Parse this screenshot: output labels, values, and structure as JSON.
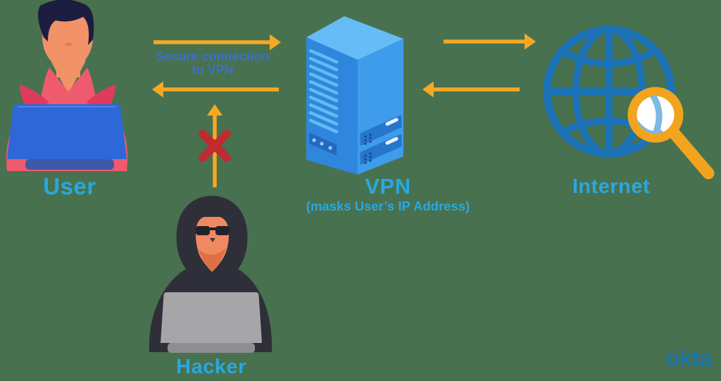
{
  "diagram": {
    "nodes": {
      "user": {
        "label": "User"
      },
      "vpn": {
        "label": "VPN",
        "sublabel": "(masks User’s IP Address)"
      },
      "internet": {
        "label": "Internet"
      },
      "hacker": {
        "label": "Hacker"
      }
    },
    "edges": {
      "user_to_vpn": {
        "label_line1": "Secure connection",
        "label_line2": "to VPN",
        "direction": "bidirectional"
      },
      "vpn_to_internet": {
        "direction": "bidirectional"
      },
      "hacker_to_vpn": {
        "blocked": true
      }
    },
    "branding": {
      "logo_text": "okta"
    },
    "icons": [
      "user-illustration",
      "vpn-server-icon",
      "internet-globe-icon",
      "magnifier-icon",
      "hacker-illustration",
      "arrow-user-to-vpn",
      "arrow-vpn-to-user",
      "arrow-vpn-to-internet",
      "arrow-internet-to-vpn",
      "arrow-hacker-to-vpn",
      "blocked-x-icon"
    ],
    "colors": {
      "background": "#48714F",
      "arrow_yellow": "#F7A823",
      "node_label_cyan": "#29A8DF",
      "edge_label_blue": "#3C70C8",
      "blocked_x_red": "#C02A30",
      "globe_blue": "#1C73B8",
      "magnifier_yellow": "#F2A41E",
      "logo_blue": "#1B74AD"
    }
  }
}
